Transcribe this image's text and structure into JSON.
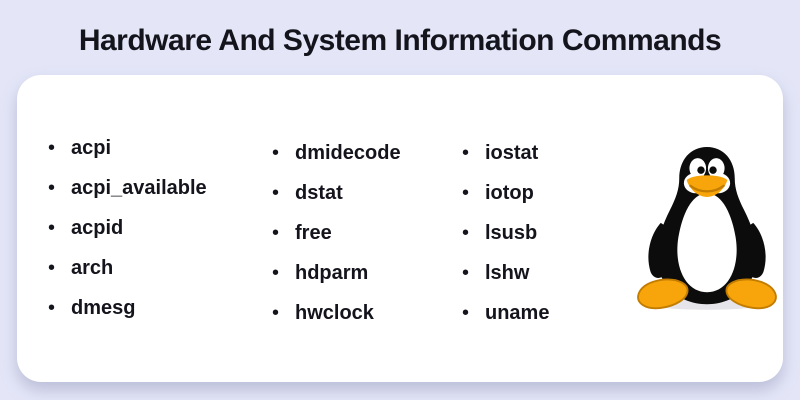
{
  "title": "Hardware And System Information Commands",
  "bullet": "•",
  "card": {
    "columns": [
      {
        "items": [
          "acpi",
          "acpi_available",
          "acpid",
          "arch",
          "dmesg"
        ]
      },
      {
        "items": [
          "dmidecode",
          "dstat",
          "free",
          "hdparm",
          "hwclock"
        ]
      },
      {
        "items": [
          "iostat",
          "iotop",
          "lsusb",
          "lshw",
          "uname"
        ]
      }
    ]
  },
  "mascot": "tux-penguin",
  "colors": {
    "background": "#e4e6f8",
    "card_background": "#ffffff",
    "text": "#14141d",
    "tux_black": "#0c0c0c",
    "tux_white": "#ffffff",
    "tux_orange": "#f7a50a",
    "tux_orange_dark": "#c27c00"
  }
}
